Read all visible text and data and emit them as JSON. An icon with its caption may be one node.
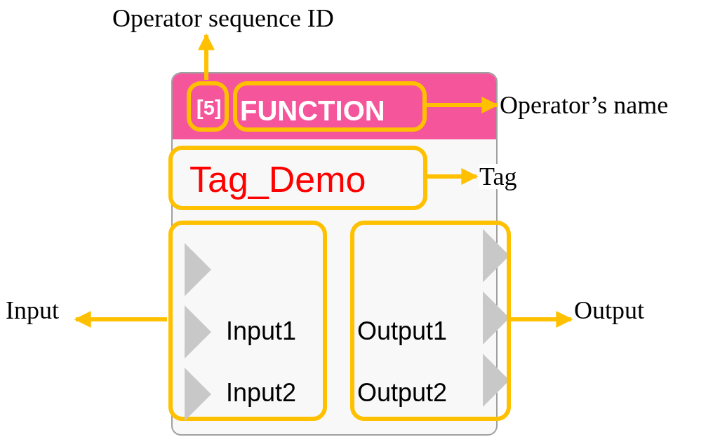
{
  "diagram": {
    "nodes": [
      {
        "text": [],
        "shape": "box"
      },
      {
        "text": [
          "[5]"
        ],
        "in": 0
      },
      {
        "text": [
          "FUNCTION"
        ],
        "in": 0
      },
      {
        "text": [
          "Tag_Demo"
        ],
        "in": 0
      },
      {
        "text": [
          "Input1",
          "Input2"
        ],
        "in": 0
      },
      {
        "text": [
          "Output1",
          "Output2"
        ],
        "in": 0
      },
      {
        "text": [
          "Operator sequence ID"
        ]
      },
      {
        "text": [
          "Operator’s name"
        ]
      },
      {
        "text": [
          "Tag"
        ]
      },
      {
        "text": [
          "Input"
        ]
      },
      {
        "text": [
          "Output"
        ]
      }
    ],
    "edges": [
      {
        "from": 1,
        "to": 6,
        "arrow": "to"
      },
      {
        "from": 2,
        "to": 7,
        "arrow": "to"
      },
      {
        "from": 3,
        "to": 8,
        "arrow": "to"
      },
      {
        "from": 4,
        "to": 9,
        "arrow": "to"
      },
      {
        "from": 5,
        "to": 10,
        "arrow": "to"
      }
    ]
  }
}
